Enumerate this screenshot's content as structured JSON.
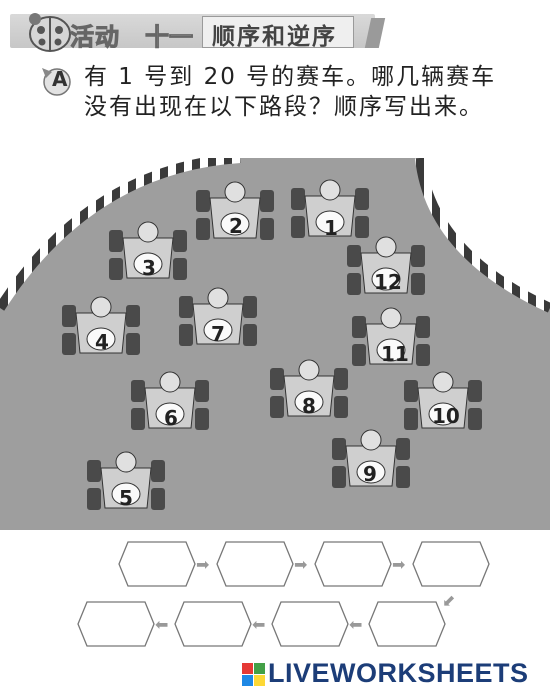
{
  "header": {
    "activity_label": "活动",
    "activity_number": "十一",
    "topic": "顺序和逆序"
  },
  "question": {
    "letter": "A",
    "text": "有 1 号到 20 号的赛车。哪几辆赛车没有出现在以下路段？顺序写出来。"
  },
  "cars": [
    {
      "number": "2"
    },
    {
      "number": "1"
    },
    {
      "number": "3"
    },
    {
      "number": "12"
    },
    {
      "number": "4"
    },
    {
      "number": "7"
    },
    {
      "number": "11"
    },
    {
      "number": "6"
    },
    {
      "number": "8"
    },
    {
      "number": "10"
    },
    {
      "number": "9"
    },
    {
      "number": "5"
    }
  ],
  "answers": {
    "slot_count": 8,
    "arrow_right": "➡",
    "arrow_left": "⬅",
    "arrow_down_left": "⬋"
  },
  "footer": {
    "brand": "LIVEWORKSHEETS",
    "brand_colors": [
      "#e53935",
      "#43a047",
      "#1e88e5",
      "#fdd835"
    ]
  },
  "colors": {
    "track": "#9e9e9e",
    "curb_dark": "#3a3a3a",
    "curb_light": "#ffffff",
    "car_body": "#cfcfcf",
    "car_dark": "#4a4a4a"
  }
}
